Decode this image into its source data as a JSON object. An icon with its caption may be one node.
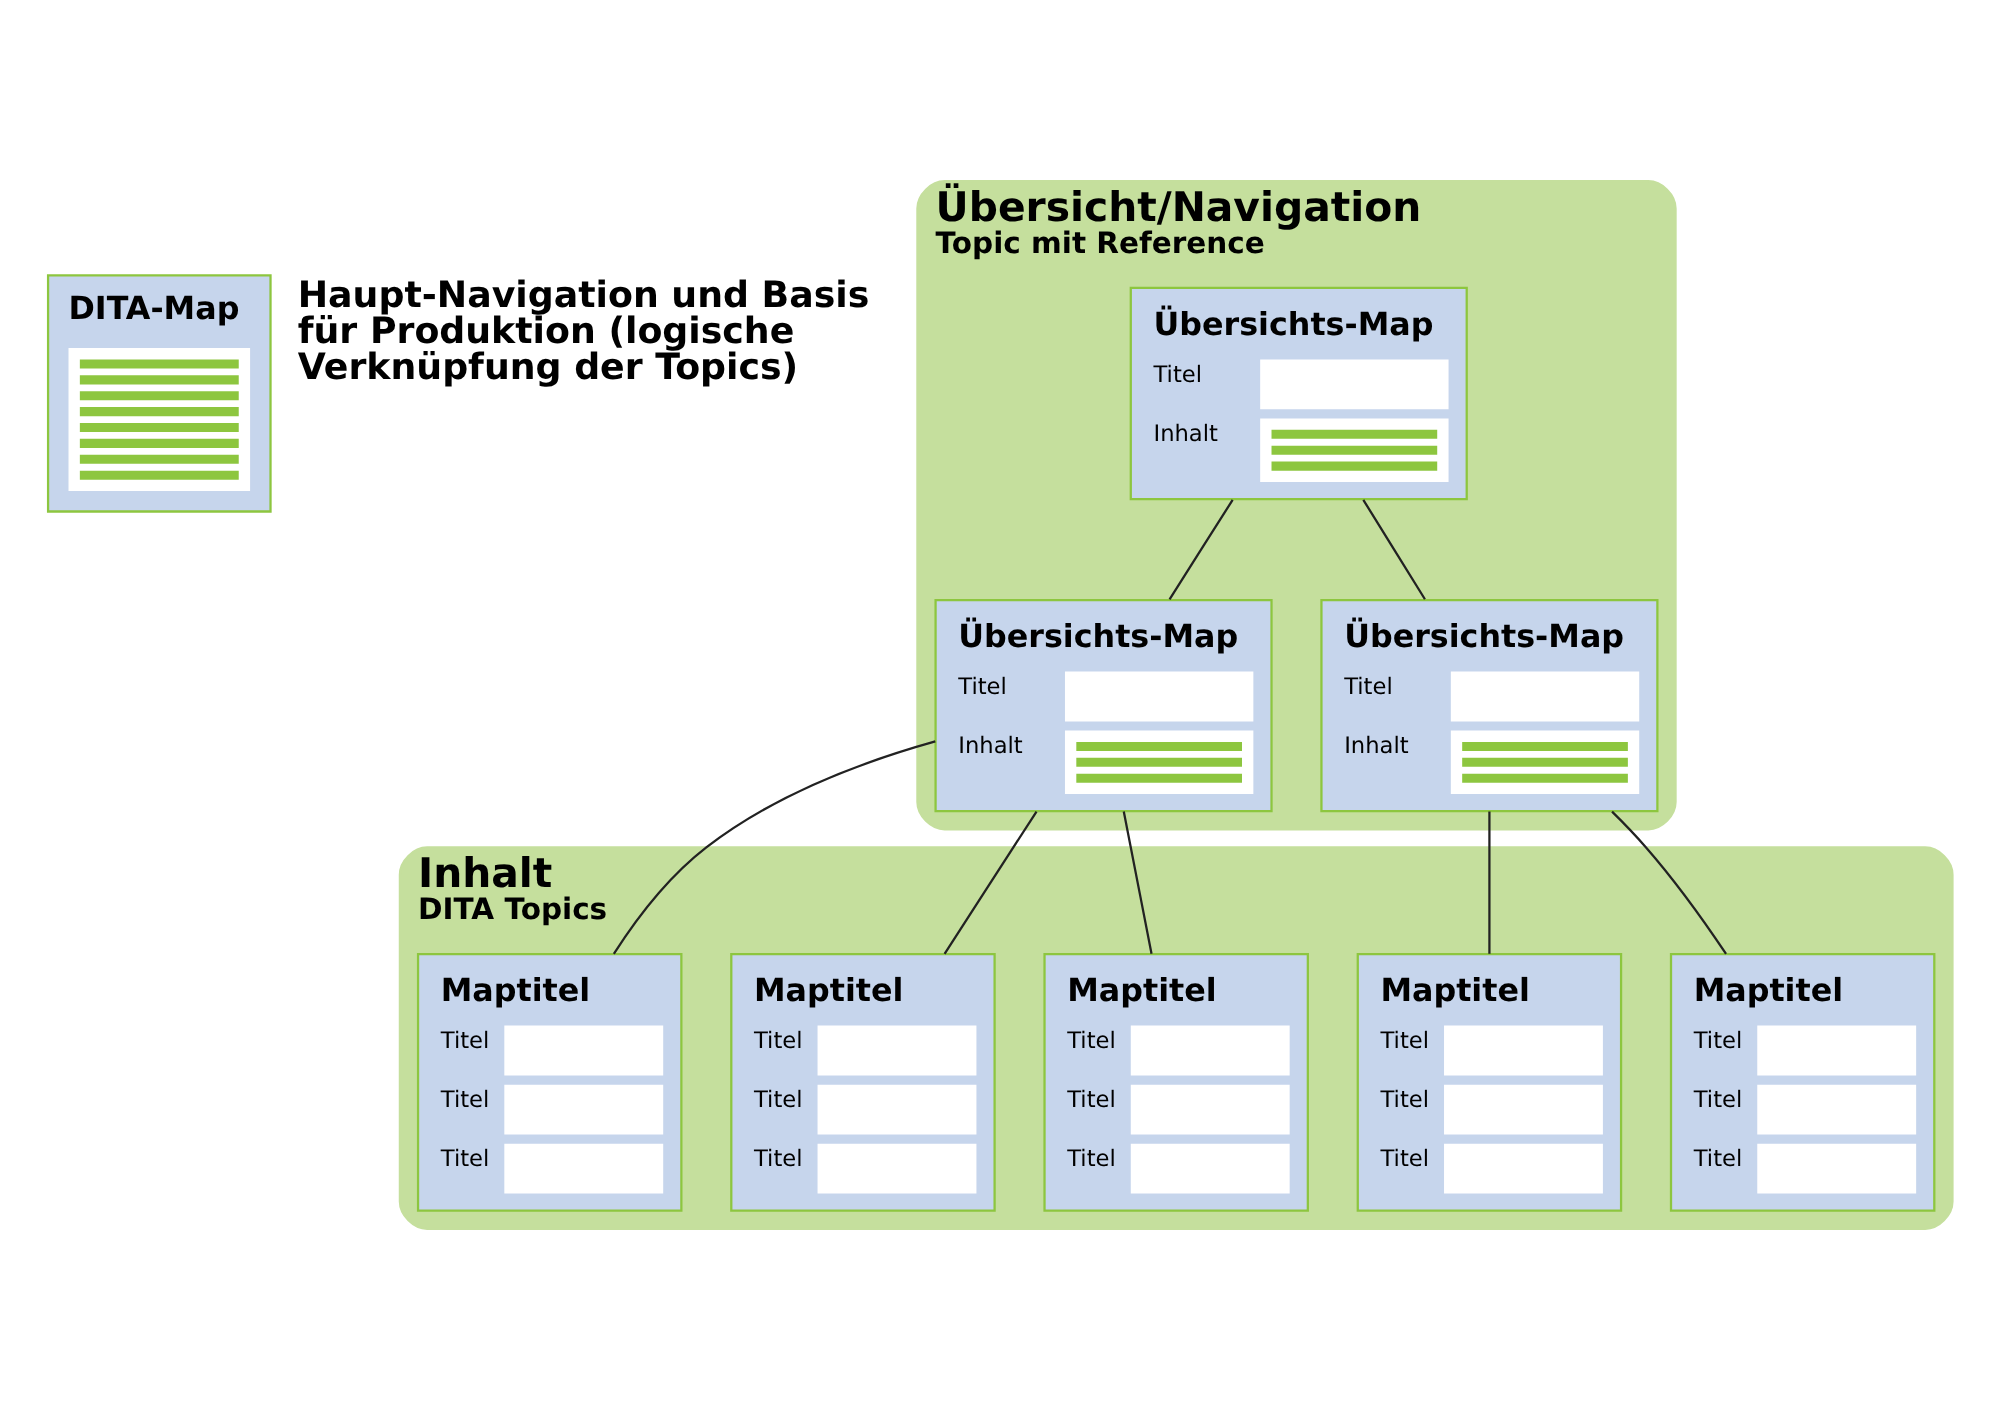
{
  "diagram": {
    "nodes": [
      {
        "text": [
          "DITA-Map"
        ],
        "beside": [
          "Haupt-Navigation und Basis für Produktion (logische Verknüpfung der Topics)"
        ]
      },
      {
        "text": [
          "Übersicht/Navigation",
          "Topic mit Reference"
        ]
      },
      {
        "text": [
          "Übersichts-Map",
          "Titel",
          "Inhalt"
        ],
        "in": 1
      },
      {
        "text": [
          "Übersichts-Map",
          "Titel",
          "Inhalt"
        ],
        "in": 1
      },
      {
        "text": [
          "Übersichts-Map",
          "Titel",
          "Inhalt"
        ],
        "in": 1
      },
      {
        "text": [
          "Inhalt",
          "DITA Topics"
        ]
      },
      {
        "text": [
          "Maptitel",
          "Titel",
          "Titel",
          "Titel"
        ],
        "in": 5
      },
      {
        "text": [
          "Maptitel",
          "Titel",
          "Titel",
          "Titel"
        ],
        "in": 5
      },
      {
        "text": [
          "Maptitel",
          "Titel",
          "Titel",
          "Titel"
        ],
        "in": 5
      },
      {
        "text": [
          "Maptitel",
          "Titel",
          "Titel",
          "Titel"
        ],
        "in": 5
      },
      {
        "text": [
          "Maptitel",
          "Titel",
          "Titel",
          "Titel"
        ],
        "in": 5
      }
    ],
    "edges": [
      {
        "from": 2,
        "to": 3,
        "arrow": "none"
      },
      {
        "from": 2,
        "to": 4,
        "arrow": "none"
      },
      {
        "from": 3,
        "to": 6,
        "arrow": "none"
      },
      {
        "from": 3,
        "to": 7,
        "arrow": "none"
      },
      {
        "from": 3,
        "to": 8,
        "arrow": "none"
      },
      {
        "from": 4,
        "to": 9,
        "arrow": "none"
      },
      {
        "from": 4,
        "to": 10,
        "arrow": "none"
      }
    ]
  }
}
